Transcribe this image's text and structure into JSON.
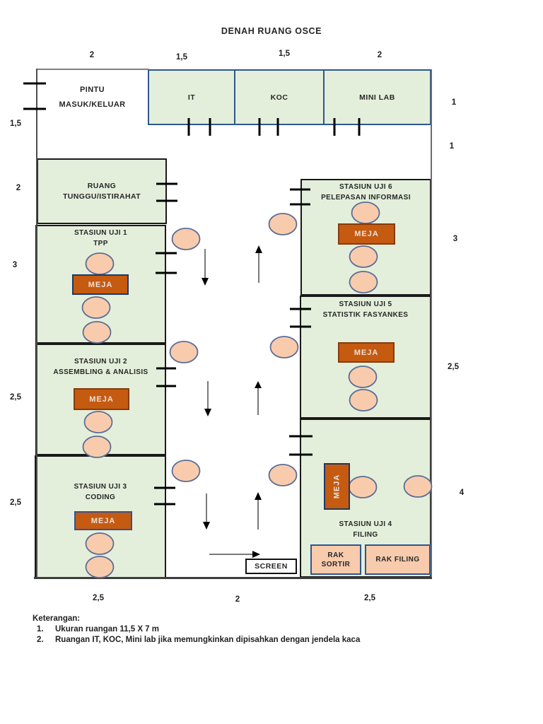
{
  "title": "DENAH RUANG OSCE",
  "rooms": {
    "pintu": {
      "line1": "PINTU",
      "line2": "MASUK/KELUAR"
    },
    "it": {
      "label": "IT"
    },
    "koc": {
      "label": "KOC"
    },
    "minilab": {
      "label": "MINI LAB"
    },
    "tunggu": {
      "line1": "RUANG",
      "line2": "TUNGGU/ISTIRAHAT"
    },
    "st1": {
      "line1": "STASIUN UJI 1",
      "line2": "TPP"
    },
    "st2": {
      "line1": "STASIUN UJI 2",
      "line2": "ASSEMBLING & ANALISIS"
    },
    "st3": {
      "line1": "STASIUN UJI  3",
      "line2": "CODING"
    },
    "st4": {
      "line1": "STASIUN UJI 4",
      "line2": "FILING"
    },
    "st5": {
      "line1": "STASIUN UJI 5",
      "line2": "STATISTIK FASYANKES"
    },
    "st6": {
      "line1": "STASIUN UJI 6",
      "line2": "PELEPASAN INFORMASI"
    }
  },
  "meja_label": "MEJA",
  "furniture": {
    "rak_sortir_line1": "RAK",
    "rak_sortir_line2": "SORTIR",
    "rak_filing": "RAK FILING",
    "screen": "SCREEN"
  },
  "dimensions": {
    "top": [
      "2",
      "1,5",
      "1,5",
      "2"
    ],
    "left": [
      "1,5",
      "2",
      "3",
      "2,5",
      "2,5"
    ],
    "right": [
      "1",
      "1",
      "3",
      "2,5",
      "4"
    ],
    "bottom": [
      "2,5",
      "2",
      "2,5"
    ]
  },
  "keterangan": {
    "heading": "Keterangan:",
    "items": [
      {
        "num": "1.",
        "text": "Ukuran ruangan 11,5 X 7 m"
      },
      {
        "num": "2.",
        "text": "Ruangan IT, KOC, Mini lab jika memungkinkan dipisahkan dengan jendela kaca"
      }
    ]
  },
  "colors": {
    "room_fill": "#e4efdb",
    "top_row_border": "#2e5690",
    "station_border": "#1a1a1a",
    "meja_fill": "#c55a11",
    "chair_fill": "#f9cbad",
    "chair_border": "#5b6e96",
    "rak_fill": "#f8cbad"
  }
}
